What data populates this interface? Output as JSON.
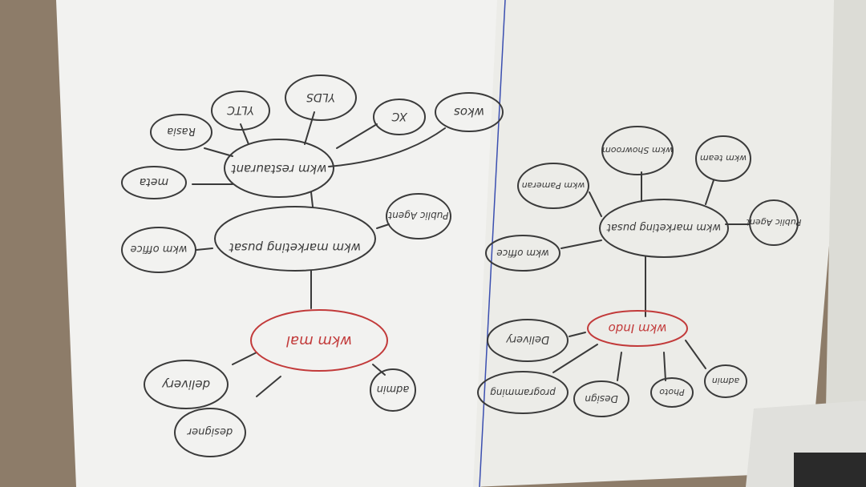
{
  "photo": {
    "subject": "hand-drawn mind maps on paper, photographed upside down"
  },
  "left_map": {
    "center": "wkm marketing pusat",
    "restaurant": "wkm restaurant",
    "mal": "wkm mal",
    "nodes": {
      "wkos": "wkos",
      "xc": "XC",
      "yldos": "YLDS",
      "yltc": "YLTC",
      "rasia": "Rasia",
      "meta": "meta",
      "office": "wkm office",
      "public_agent": "Public Agent",
      "admin": "admin",
      "delivery": "delivery",
      "designer": "designer"
    }
  },
  "right_map": {
    "center": "wkm marketing pusat",
    "indo": "wkm Indo",
    "nodes": {
      "public_agent": "Public Agent",
      "wkm_team": "wkm team",
      "showroom": "wkm Showroom",
      "pameran": "wkm Pameran",
      "office": "wkm office",
      "delivery": "Delivery",
      "programming": "programming",
      "design": "Design",
      "photo": "Photo",
      "admin": "admin"
    }
  }
}
